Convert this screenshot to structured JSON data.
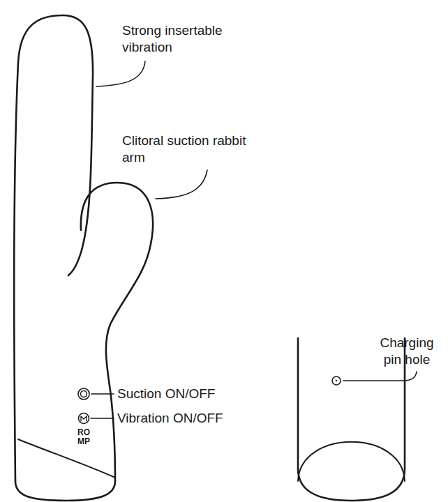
{
  "diagram": {
    "labels": [
      "Strong insertable vibration",
      "Clitoral suction rabbit arm",
      "Suction ON/OFF",
      "Vibration ON/OFF",
      "RO MP",
      "Charging pin hole"
    ]
  }
}
